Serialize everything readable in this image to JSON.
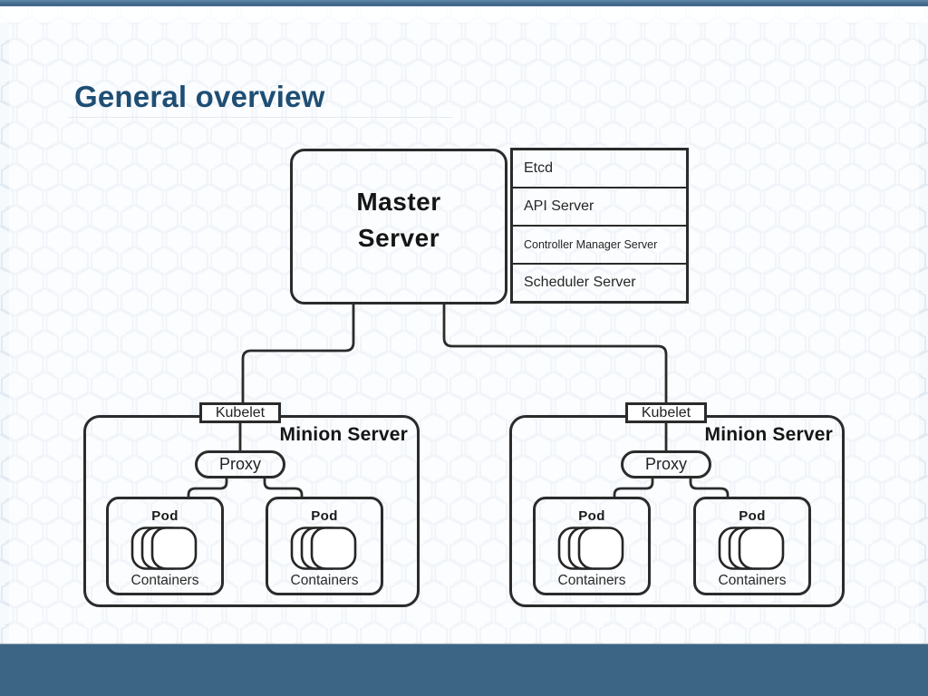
{
  "slide": {
    "title": "General overview"
  },
  "colors": {
    "accent-bar": "#3c6485",
    "title": "#1e4e74",
    "line": "#2b2b2b",
    "hex-stroke": "#e2ebf3",
    "canvas": "#f7fafc"
  },
  "diagram": {
    "master": {
      "label": "Master Server",
      "components": [
        "Etcd",
        "API Server",
        "Controller Manager Server",
        "Scheduler Server"
      ]
    },
    "minions": [
      {
        "label": "Minion Server",
        "kubelet": "Kubelet",
        "proxy": "Proxy",
        "pods": [
          {
            "label": "Pod",
            "containers_label": "Containers"
          },
          {
            "label": "Pod",
            "containers_label": "Containers"
          }
        ]
      },
      {
        "label": "Minion Server",
        "kubelet": "Kubelet",
        "proxy": "Proxy",
        "pods": [
          {
            "label": "Pod",
            "containers_label": "Containers"
          },
          {
            "label": "Pod",
            "containers_label": "Containers"
          }
        ]
      }
    ]
  }
}
